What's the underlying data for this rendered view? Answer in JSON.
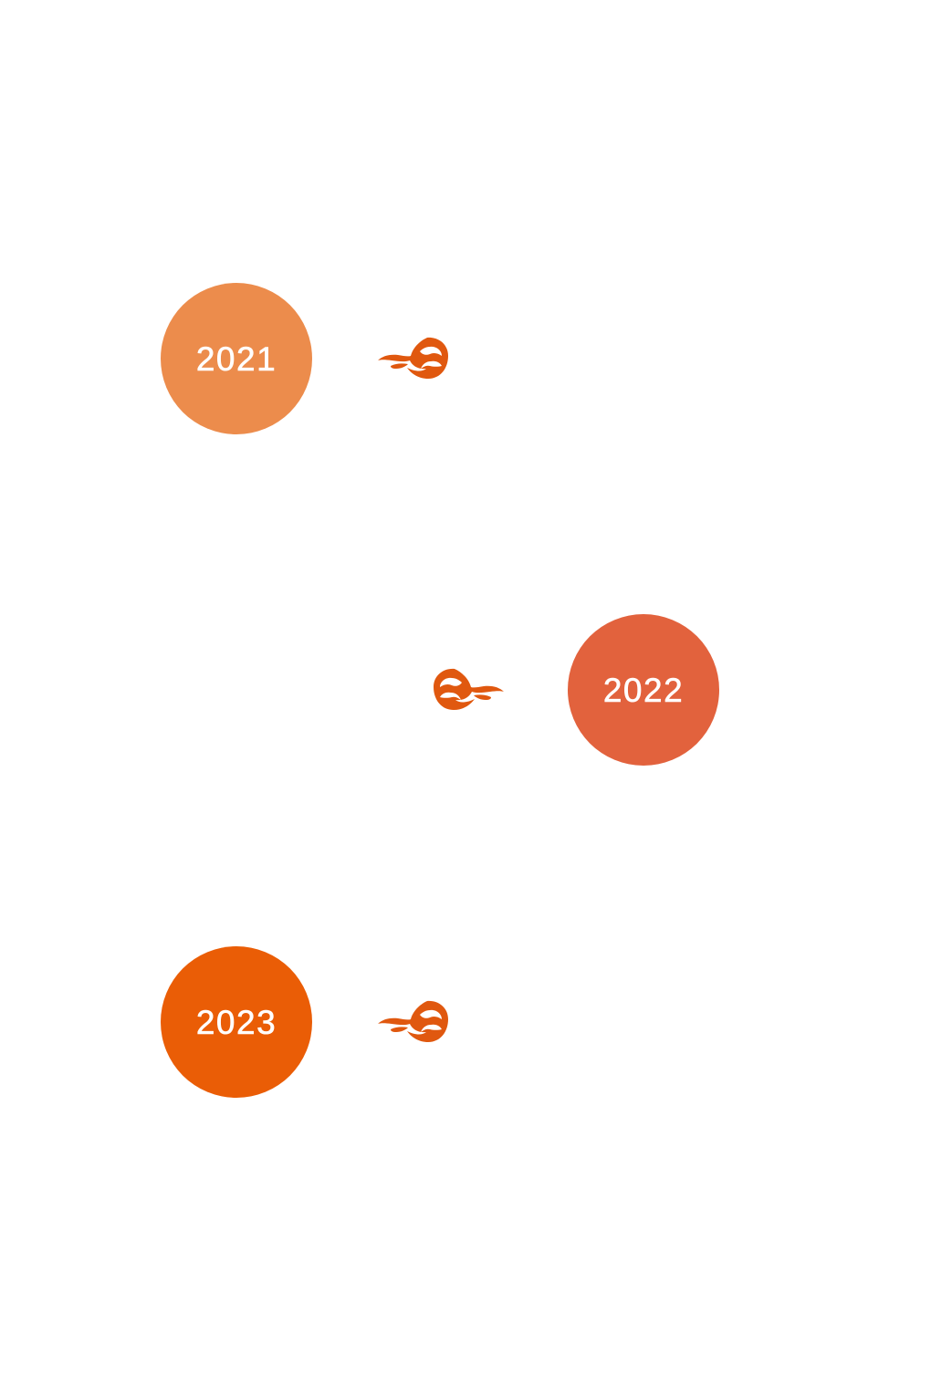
{
  "timeline": {
    "entries": [
      {
        "year": "2021",
        "color": "#ec8c4c",
        "icon": "flame-icon",
        "side": "left"
      },
      {
        "year": "2022",
        "color": "#e2623d",
        "icon": "flame-icon",
        "side": "right"
      },
      {
        "year": "2023",
        "color": "#ea5d06",
        "icon": "flame-icon",
        "side": "left"
      }
    ],
    "icon_color": "#e0580f"
  }
}
